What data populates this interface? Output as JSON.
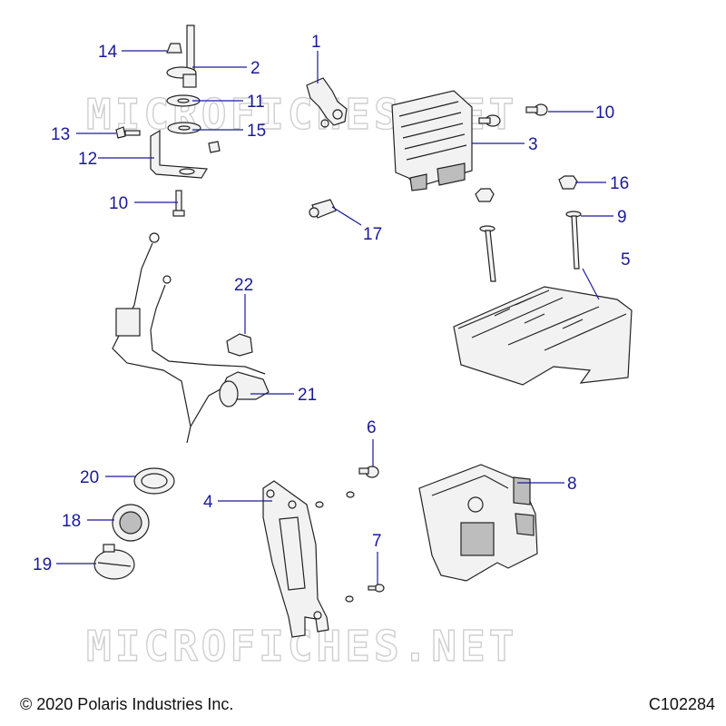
{
  "watermark": "MICROFICHES.NET",
  "footer": {
    "copyright": "© 2020 Polaris Industries Inc.",
    "figure_code": "C102284"
  },
  "callouts": {
    "c1": "1",
    "c2": "2",
    "c3": "3",
    "c4": "4",
    "c5": "5",
    "c6": "6",
    "c7": "7",
    "c8": "8",
    "c9": "9",
    "c10a": "10",
    "c10b": "10",
    "c11": "11",
    "c12": "12",
    "c13": "13",
    "c14": "14",
    "c15": "15",
    "c16": "16",
    "c17": "17",
    "c18": "18",
    "c19": "19",
    "c20": "20",
    "c21": "21",
    "c22": "22"
  }
}
